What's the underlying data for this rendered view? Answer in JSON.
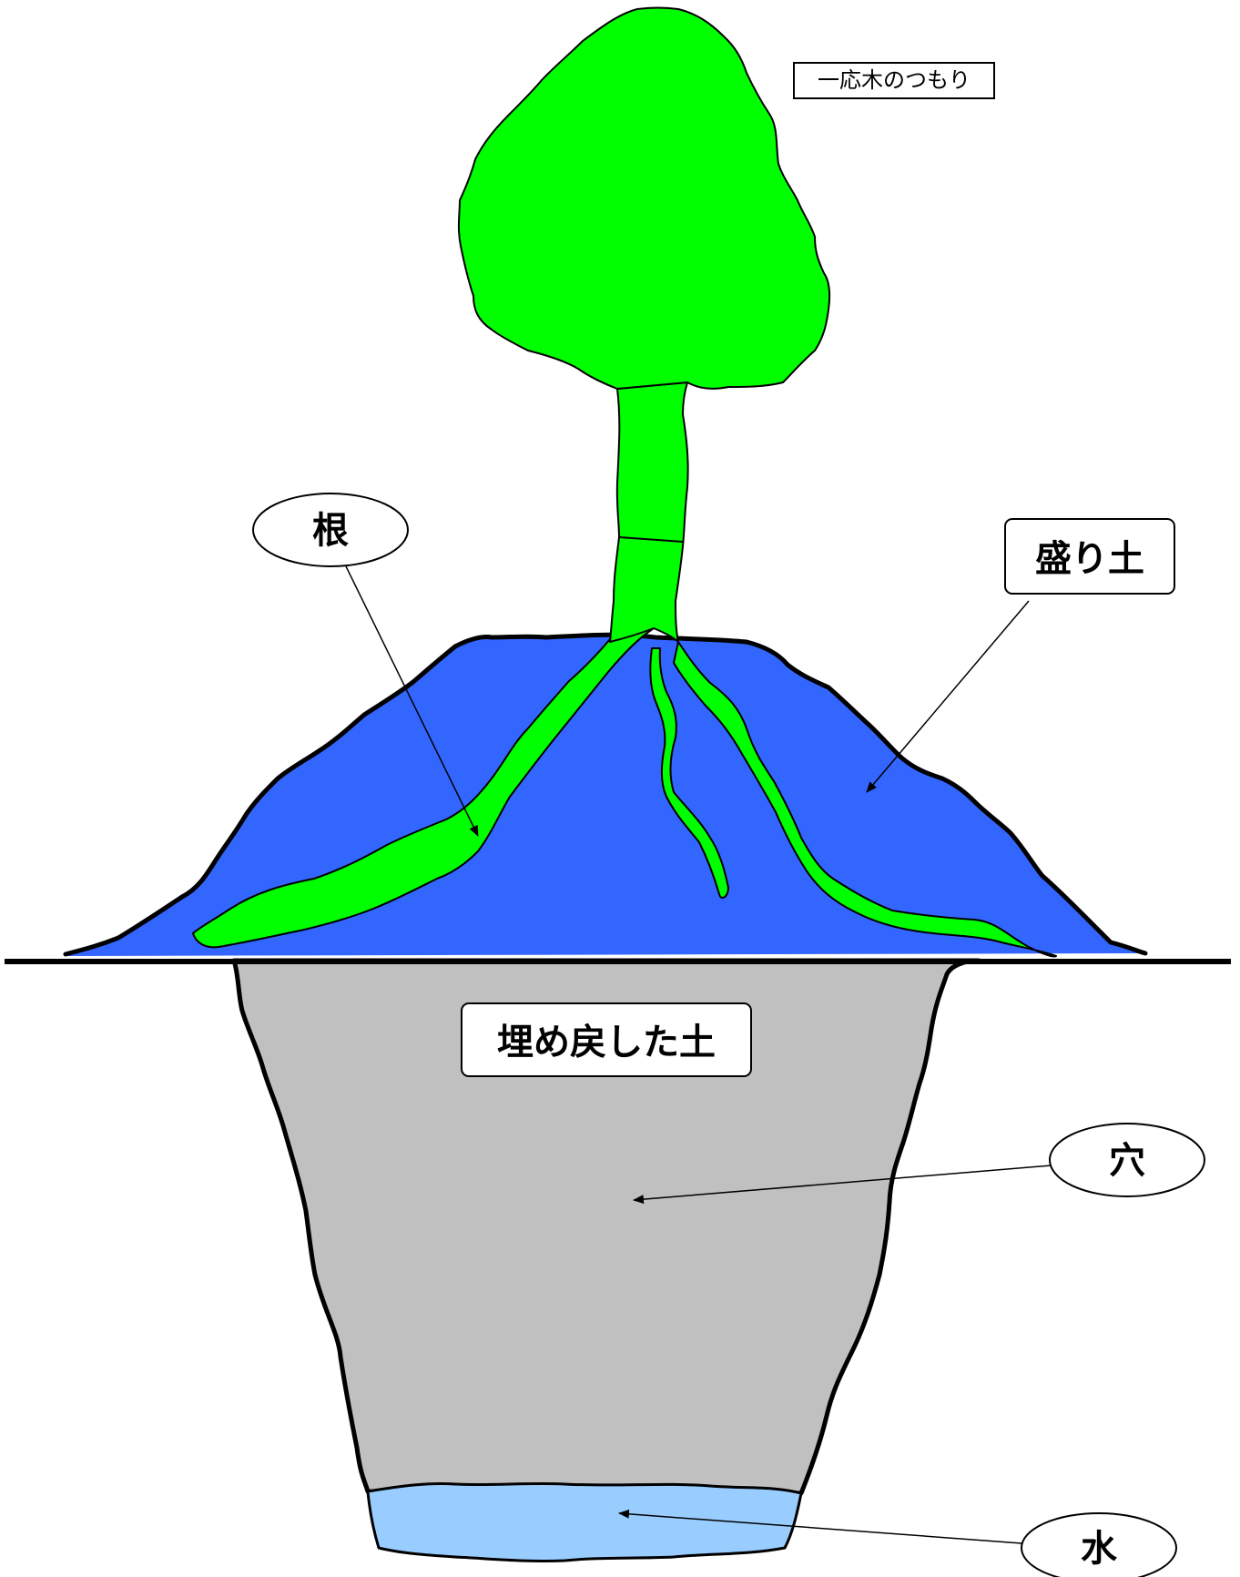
{
  "labels": {
    "tree_note": "一応木のつもり",
    "root": "根",
    "mound": "盛り土",
    "backfill": "埋め戻した土",
    "hole": "穴",
    "water": "水"
  },
  "colors": {
    "foliage": "#00ff00",
    "mound": "#3366ff",
    "backfill": "#c0c0c0",
    "water": "#99ccff",
    "outline": "#000000"
  }
}
